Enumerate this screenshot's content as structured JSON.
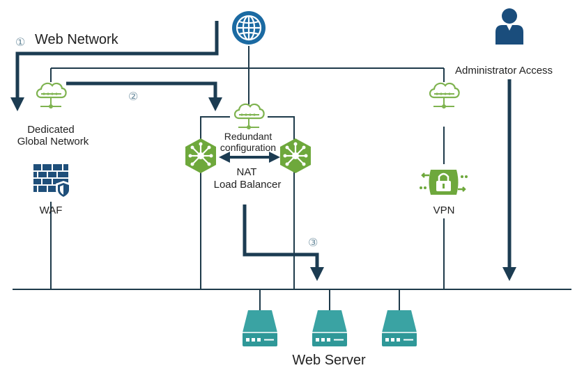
{
  "labels": {
    "web_network": "Web Network",
    "admin_access": "Administrator Access",
    "dgn_line1": "Dedicated",
    "dgn_line2": "Global Network",
    "waf": "WAF",
    "redundant_line1": "Redundant",
    "redundant_line2": "configuration",
    "nat": "NAT",
    "load_balancer": "Load Balancer",
    "vpn": "VPN",
    "web_server": "Web Server"
  },
  "steps": {
    "one": "①",
    "two": "②",
    "three": "③"
  },
  "icons": {
    "internet": "globe-icon",
    "admin": "user-icon",
    "dedicated_network": "cloud-network-icon",
    "redundant_cloud": "cloud-network-icon",
    "vpn_cloud": "cloud-network-icon",
    "waf": "firewall-shield-icon",
    "load_balancer": "load-balancer-hexagon-icon",
    "vpn": "vpn-lock-icon",
    "server": "server-icon"
  },
  "colors": {
    "line": "#1e3a4a",
    "thick_arrow": "#1c3c52",
    "globe": "#1b6aa2",
    "user": "#1a4d7c",
    "cloud": "#7fb350",
    "hexagon": "#6ea83c",
    "vpn": "#6ea83c",
    "firewall": "#1f4f7a",
    "server": "#3aa3a3",
    "server_dark": "#258686"
  }
}
